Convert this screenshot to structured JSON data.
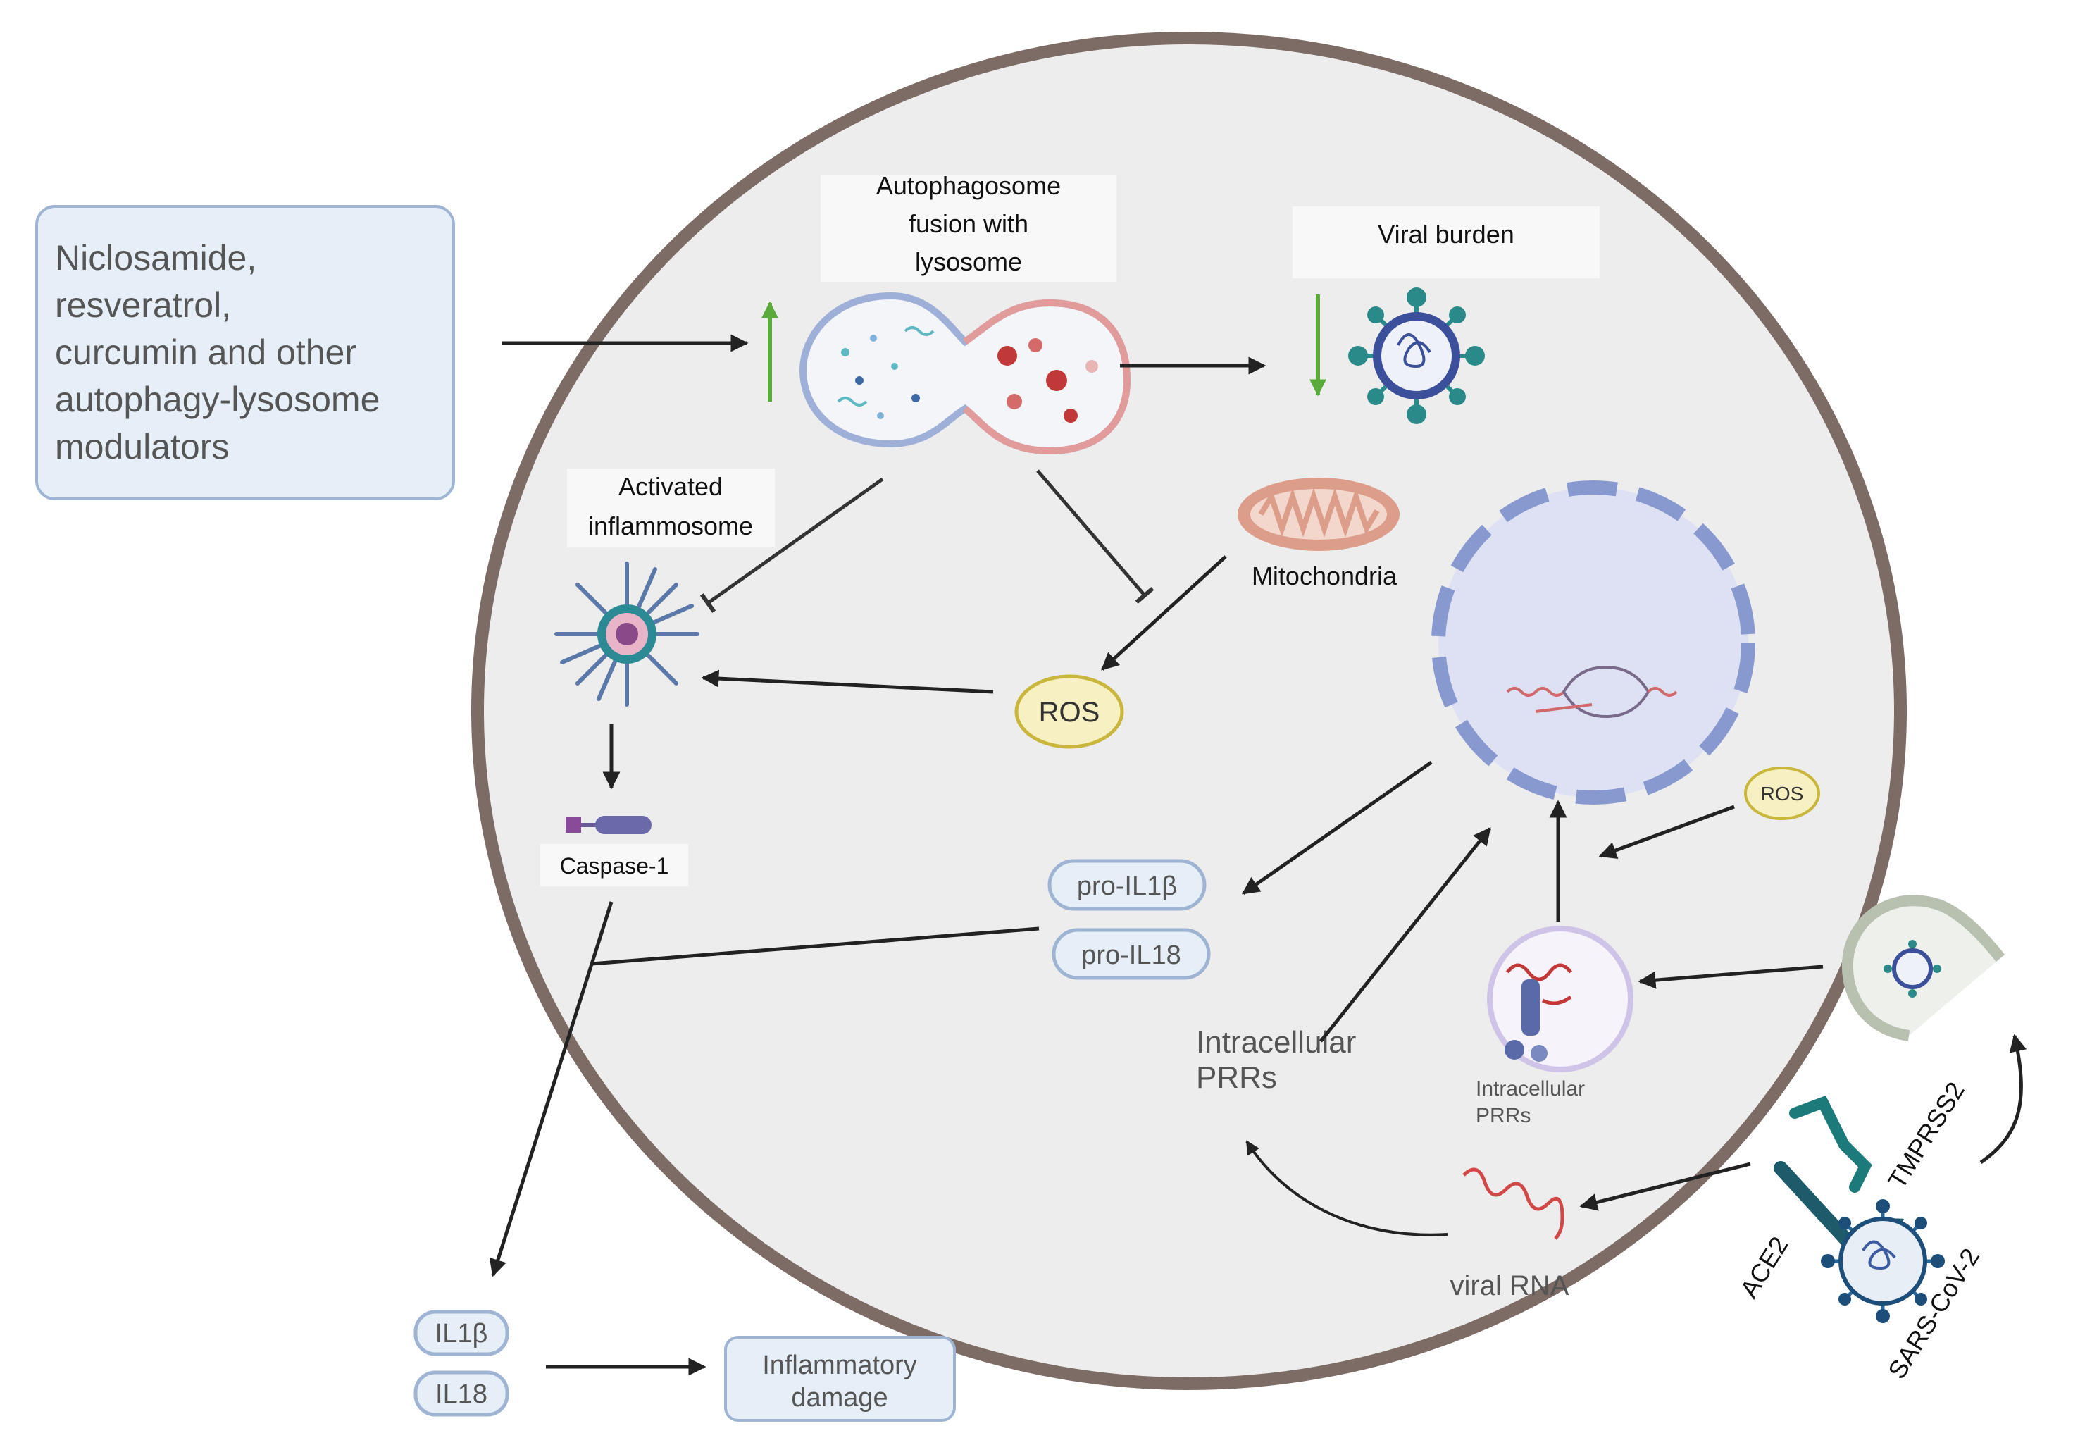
{
  "drug_box": {
    "lines": [
      "Niclosamide,",
      "resveratrol,",
      "curcumin and other",
      "autophagy-lysosome",
      "modulators"
    ]
  },
  "autophagosome": {
    "lines": [
      "Autophagosome",
      "fusion with",
      "lysosome"
    ]
  },
  "viral_burden": {
    "label": "Viral burden"
  },
  "inflammasome": {
    "lines": [
      "Activated",
      "inflammosome"
    ]
  },
  "mitochondria": {
    "label": "Mitochondria"
  },
  "ros_main": {
    "label": "ROS"
  },
  "ros_small": {
    "label": "ROS"
  },
  "caspase": {
    "label": "Caspase-1"
  },
  "pro_il1b": {
    "label": "pro-IL1β"
  },
  "pro_il18": {
    "label": "pro-IL18"
  },
  "prrs_large": {
    "lines": [
      "Intracellular",
      "PRRs"
    ]
  },
  "prrs_small": {
    "lines": [
      "Intracellular",
      "PRRs"
    ]
  },
  "viral_rna": {
    "label": "viral RNA"
  },
  "tmprss2": {
    "label": "TMPRSS2"
  },
  "ace2": {
    "label": "ACE2"
  },
  "sars": {
    "label": "SARS-CoV-2"
  },
  "il1b": {
    "label": "IL1β"
  },
  "il18": {
    "label": "IL18"
  },
  "inflam_damage": {
    "lines": [
      "Inflammatory",
      "damage"
    ]
  },
  "colors": {
    "cell_fill": "#eeedee",
    "cell_border": "#7d6b65",
    "box_fill": "#e6eef8",
    "box_border": "#9fb4d3",
    "nucleus": "#dde1f3",
    "nucleus_border": "#8899cf",
    "up_arrow": "#5aaa3c",
    "ros_fill": "#f6f0c2",
    "ros_border": "#c9b63c",
    "mito": "#dc9e8b"
  }
}
